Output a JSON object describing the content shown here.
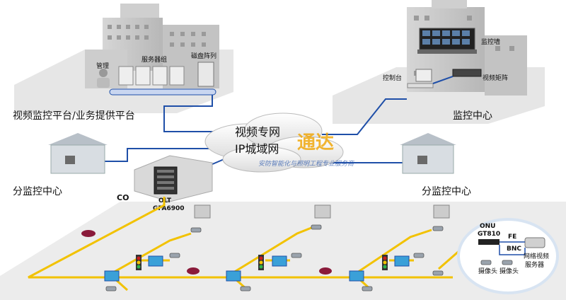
{
  "labels": {
    "server_group": "服务器组",
    "disk_array": "磁盘阵列",
    "management": "管理",
    "platform": "视频监控平台/业务提供平台",
    "monitor_wall": "监控墙",
    "console": "控制台",
    "video_matrix": "视频矩阵",
    "monitor_center": "监控中心",
    "cloud_line1": "视频专网",
    "cloud_line2": "IP城域网",
    "branch_left": "分监控中心",
    "branch_right": "分监控中心",
    "co": "CO",
    "olt": "OLT",
    "olt_model": "GFA6900",
    "onu": "ONU",
    "onu_model": "GT810",
    "fe": "FE",
    "bnc": "BNC",
    "camera1": "摄像头",
    "camera2": "摄像头",
    "network_video_server": "网络视频\n服务器"
  },
  "watermark": {
    "logo_text": "通达",
    "tagline": "安防智能化与照明工程专业服务商"
  },
  "colors": {
    "line_blue": "#1f4fa8",
    "line_yellow": "#f2c200",
    "building": "#c9c9c9",
    "building_shadow": "#a9a9a9",
    "ground": "#e3e3e3",
    "accent_red": "#c81e1e"
  }
}
